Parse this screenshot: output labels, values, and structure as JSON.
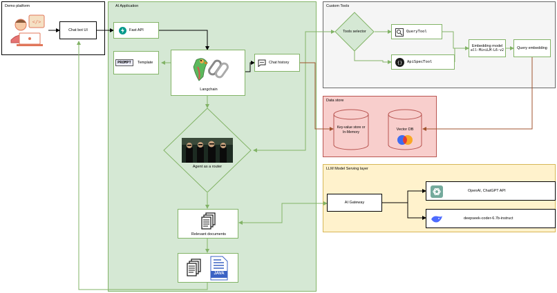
{
  "groups": {
    "demo": "Demo platform",
    "ai": "AI Application",
    "custom": "Custom Tools",
    "datastore": "Data store",
    "llm": "LLM Model Serving layer"
  },
  "nodes": {
    "chatbot": "Chat bot UI",
    "fastapi": "Fast API",
    "template": "Template",
    "prompt_badge": "PROMPT",
    "langchain": "Langchain",
    "chat_history": "Chat history",
    "agent": "Agent as a router",
    "relevant_docs": "Relevant documents",
    "tools_selector": "Tools selector",
    "querytool": "QueryTool",
    "apispectool": "ApiSpecTool",
    "embedding_line1": "Embedding model",
    "embedding_line2": "all-MiniLM-L6-v2",
    "query_embedding": "Query embedding",
    "kv_line1": "Key-value store or",
    "kv_line2": "In-Memory",
    "vectordb": "Vector DB",
    "ai_gateway": "AI Gateway",
    "openai": "OpenAI, ChatGPT API",
    "deepseek": "deepseek-coder-6.7b-instruct",
    "java_badge": "JAVA"
  },
  "colors": {
    "green_fill": "#d5e8d4",
    "green_stroke": "#82b366",
    "grey_fill": "#f5f5f5",
    "grey_stroke": "#666666",
    "red_fill": "#f8cecc",
    "red_stroke": "#b85450",
    "yellow_fill": "#fff2cc",
    "yellow_stroke": "#d6b656",
    "arrow_dark": "#000000",
    "arrow_brown": "#a0522d"
  }
}
